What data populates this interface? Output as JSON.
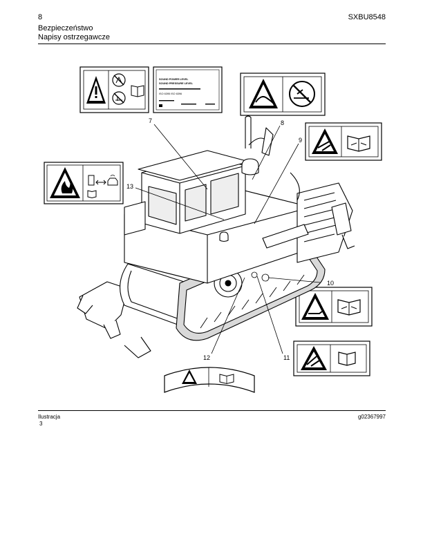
{
  "header": {
    "page_number": "8",
    "document_id": "SXBU8548",
    "section_title": "Bezpieczeństwo",
    "subsection_title": "Napisy ostrzegawcze"
  },
  "figure": {
    "callouts": [
      "7",
      "8",
      "9",
      "13",
      "10",
      "11",
      "12"
    ],
    "decal_text": {
      "line1": "SOUND POWER LEVEL",
      "line2": "SOUND PRESSURE LEVEL",
      "line3": "ISO 6395  ISO 6396"
    },
    "caption_label": "Ilustracja",
    "caption_number": "3",
    "image_id": "g02367997"
  }
}
